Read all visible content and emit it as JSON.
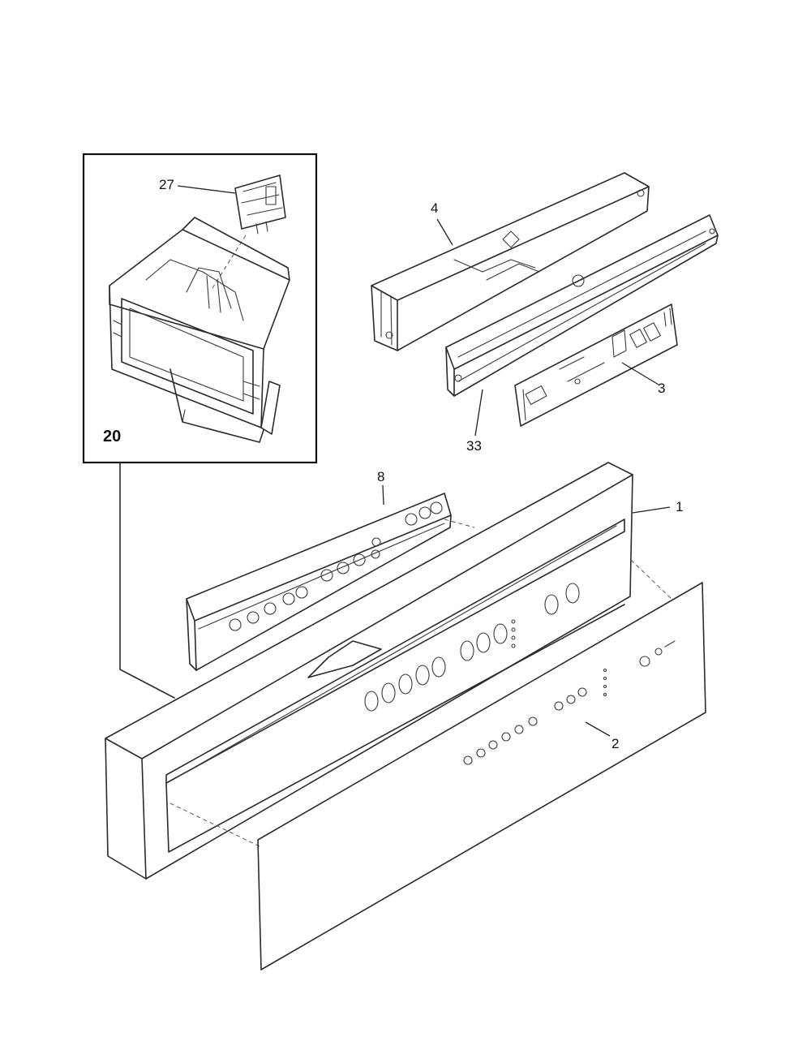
{
  "diagram": {
    "inset_label": "20",
    "callouts": {
      "c27": "27",
      "c4": "4",
      "c3": "3",
      "c33": "33",
      "c8": "8",
      "c1": "1",
      "c2": "2"
    }
  }
}
